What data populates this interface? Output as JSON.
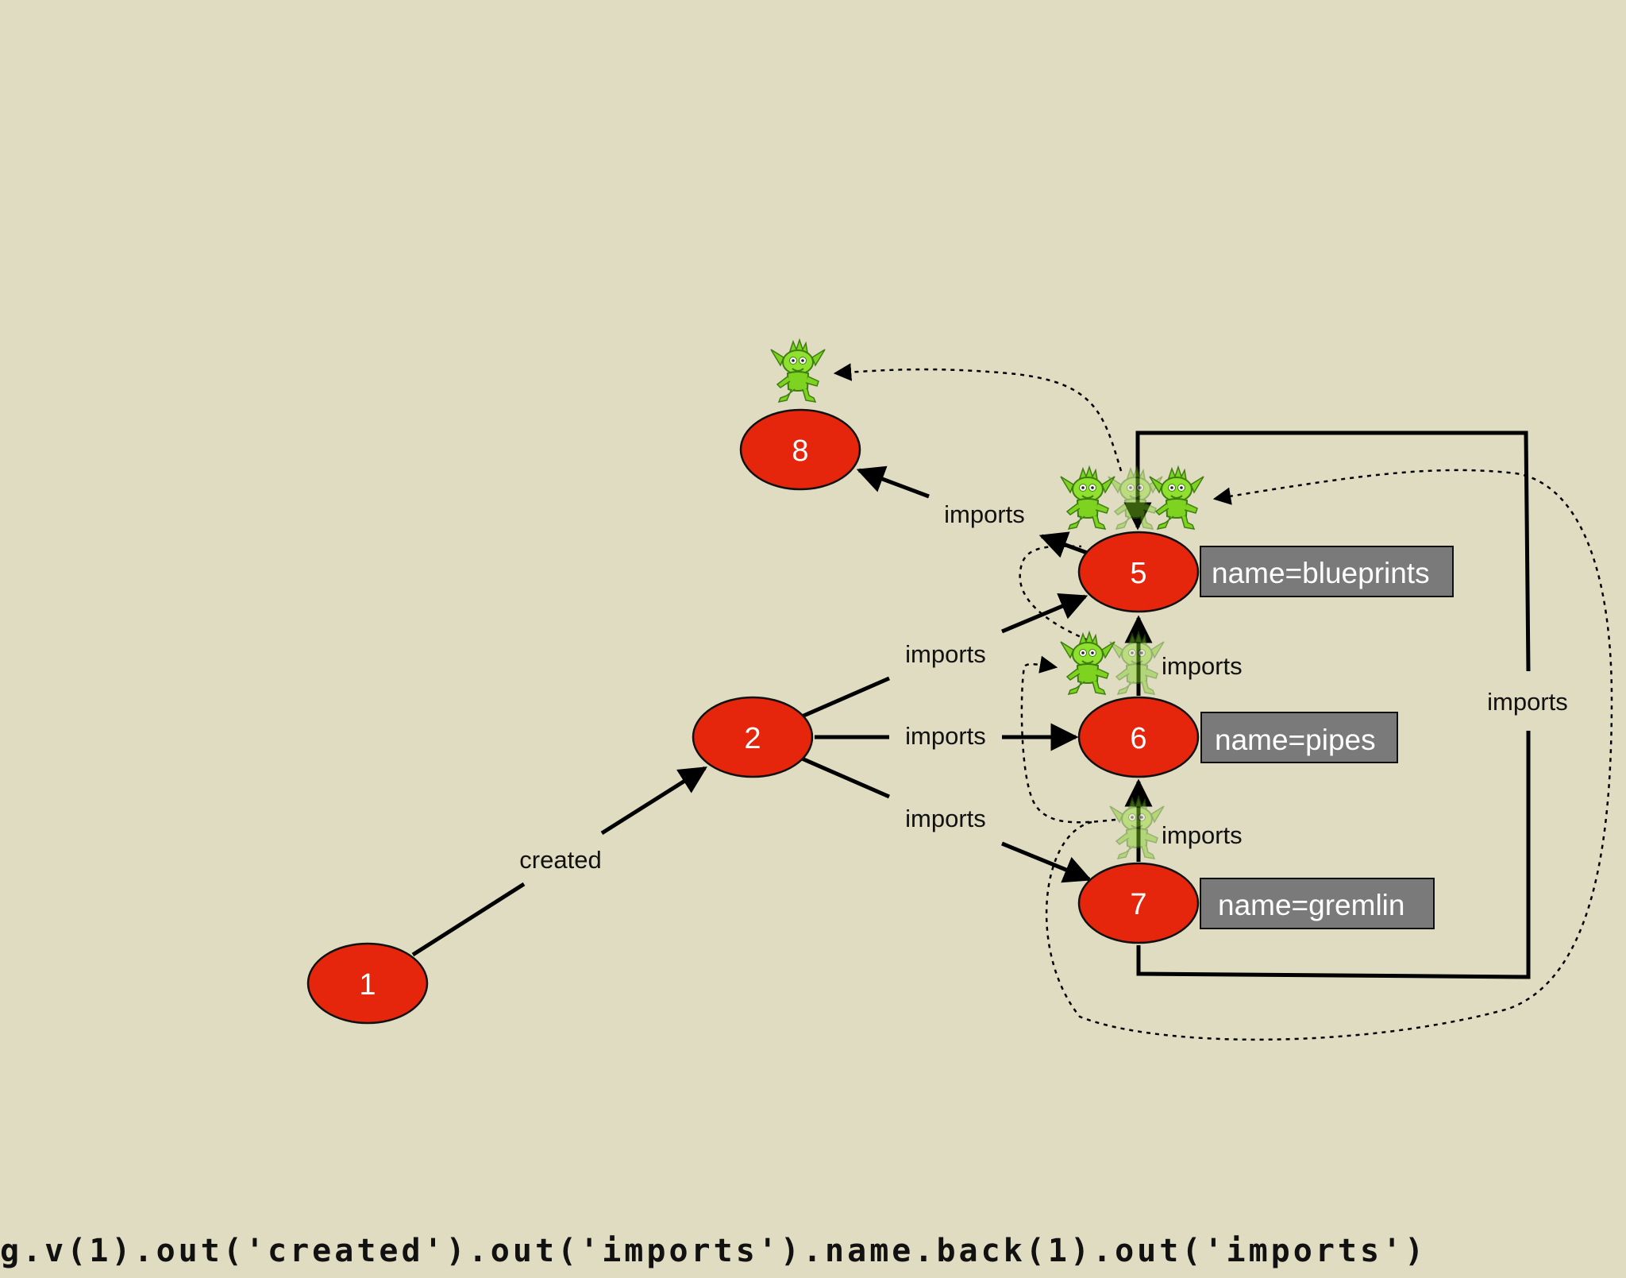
{
  "diagram": {
    "nodes": [
      {
        "id": "1",
        "label": "1"
      },
      {
        "id": "2",
        "label": "2"
      },
      {
        "id": "5",
        "label": "5"
      },
      {
        "id": "6",
        "label": "6"
      },
      {
        "id": "7",
        "label": "7"
      },
      {
        "id": "8",
        "label": "8"
      }
    ],
    "edges": [
      {
        "from": "1",
        "to": "2",
        "label": "created"
      },
      {
        "from": "2",
        "to": "5",
        "label": "imports"
      },
      {
        "from": "2",
        "to": "6",
        "label": "imports"
      },
      {
        "from": "2",
        "to": "7",
        "label": "imports"
      },
      {
        "from": "5",
        "to": "8",
        "label": "imports"
      },
      {
        "from": "6",
        "to": "5",
        "label": "imports"
      },
      {
        "from": "7",
        "to": "6",
        "label": "imports"
      },
      {
        "from": "7",
        "to": "5",
        "label": "imports"
      }
    ],
    "properties": [
      {
        "node": "5",
        "text": "name=blueprints"
      },
      {
        "node": "6",
        "text": "name=pipes"
      },
      {
        "node": "7",
        "text": "name=gremlin"
      }
    ],
    "colors": {
      "background": "#e0dcc1",
      "node_fill": "#e5250c",
      "property_fill": "#7a7a7a",
      "gremlin_green": "#7ed321"
    }
  },
  "query": "g.v(1).out('created').out('imports').name.back(1).out('imports')"
}
